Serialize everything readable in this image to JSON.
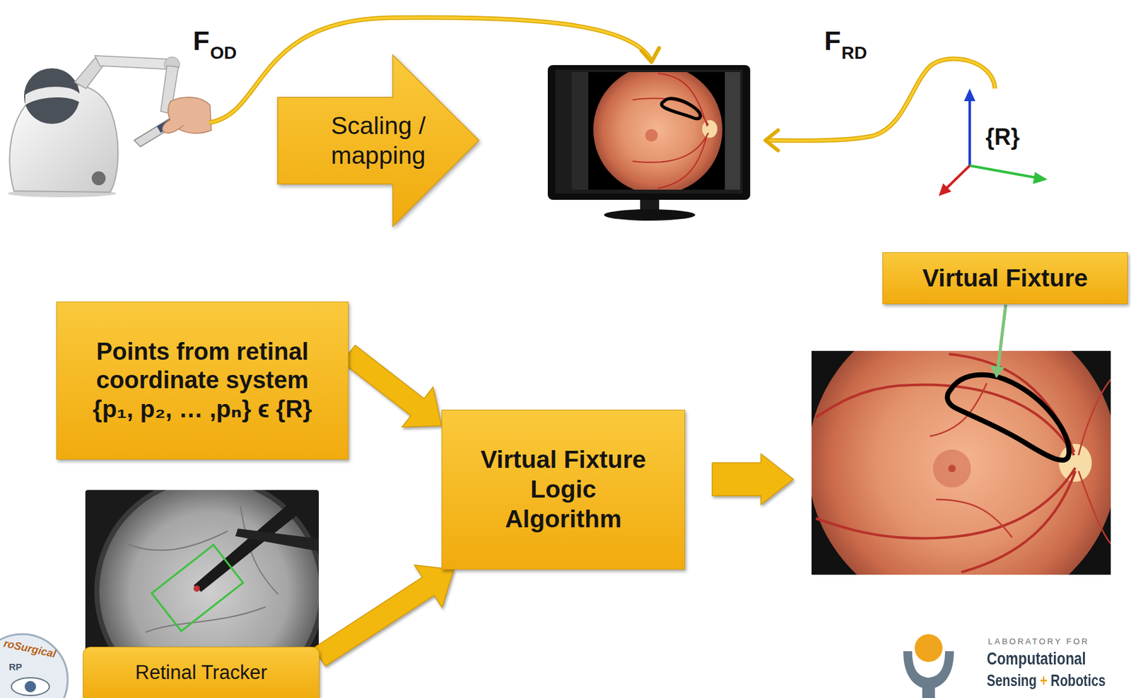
{
  "diagram": {
    "nodes": [
      {
        "text": [
          "Scaling / mapping"
        ]
      },
      {
        "text": [
          "Virtual Fixture"
        ]
      },
      {
        "text": [
          "Points from retinal coordinate system",
          "{p₁, p₂, … ,pₙ} ϵ {R}"
        ]
      },
      {
        "text": [
          "Virtual Fixture Logic Algorithm"
        ]
      },
      {
        "text": [
          "Retinal Tracker"
        ]
      }
    ],
    "edges": [
      {
        "from": 2,
        "to": 3,
        "arrow": "to"
      },
      {
        "from": 4,
        "to": 3,
        "arrow": "to"
      }
    ],
    "labels": [
      "F",
      "OD",
      "F",
      "RD",
      "{R}",
      "roSurgical",
      "RP",
      "LABORATORY FOR",
      "Computational",
      "Sensing",
      "+",
      "Robotics"
    ]
  }
}
